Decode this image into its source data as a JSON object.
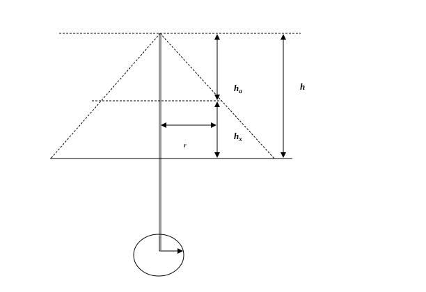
{
  "labels": {
    "h_upper": {
      "main": "h",
      "sub": "a"
    },
    "h_lower": {
      "main": "h",
      "sub": "x"
    },
    "h_total": {
      "main": "h"
    },
    "radius": {
      "main": "r"
    }
  },
  "colors": {
    "stroke": "#000000",
    "background": "#ffffff"
  }
}
